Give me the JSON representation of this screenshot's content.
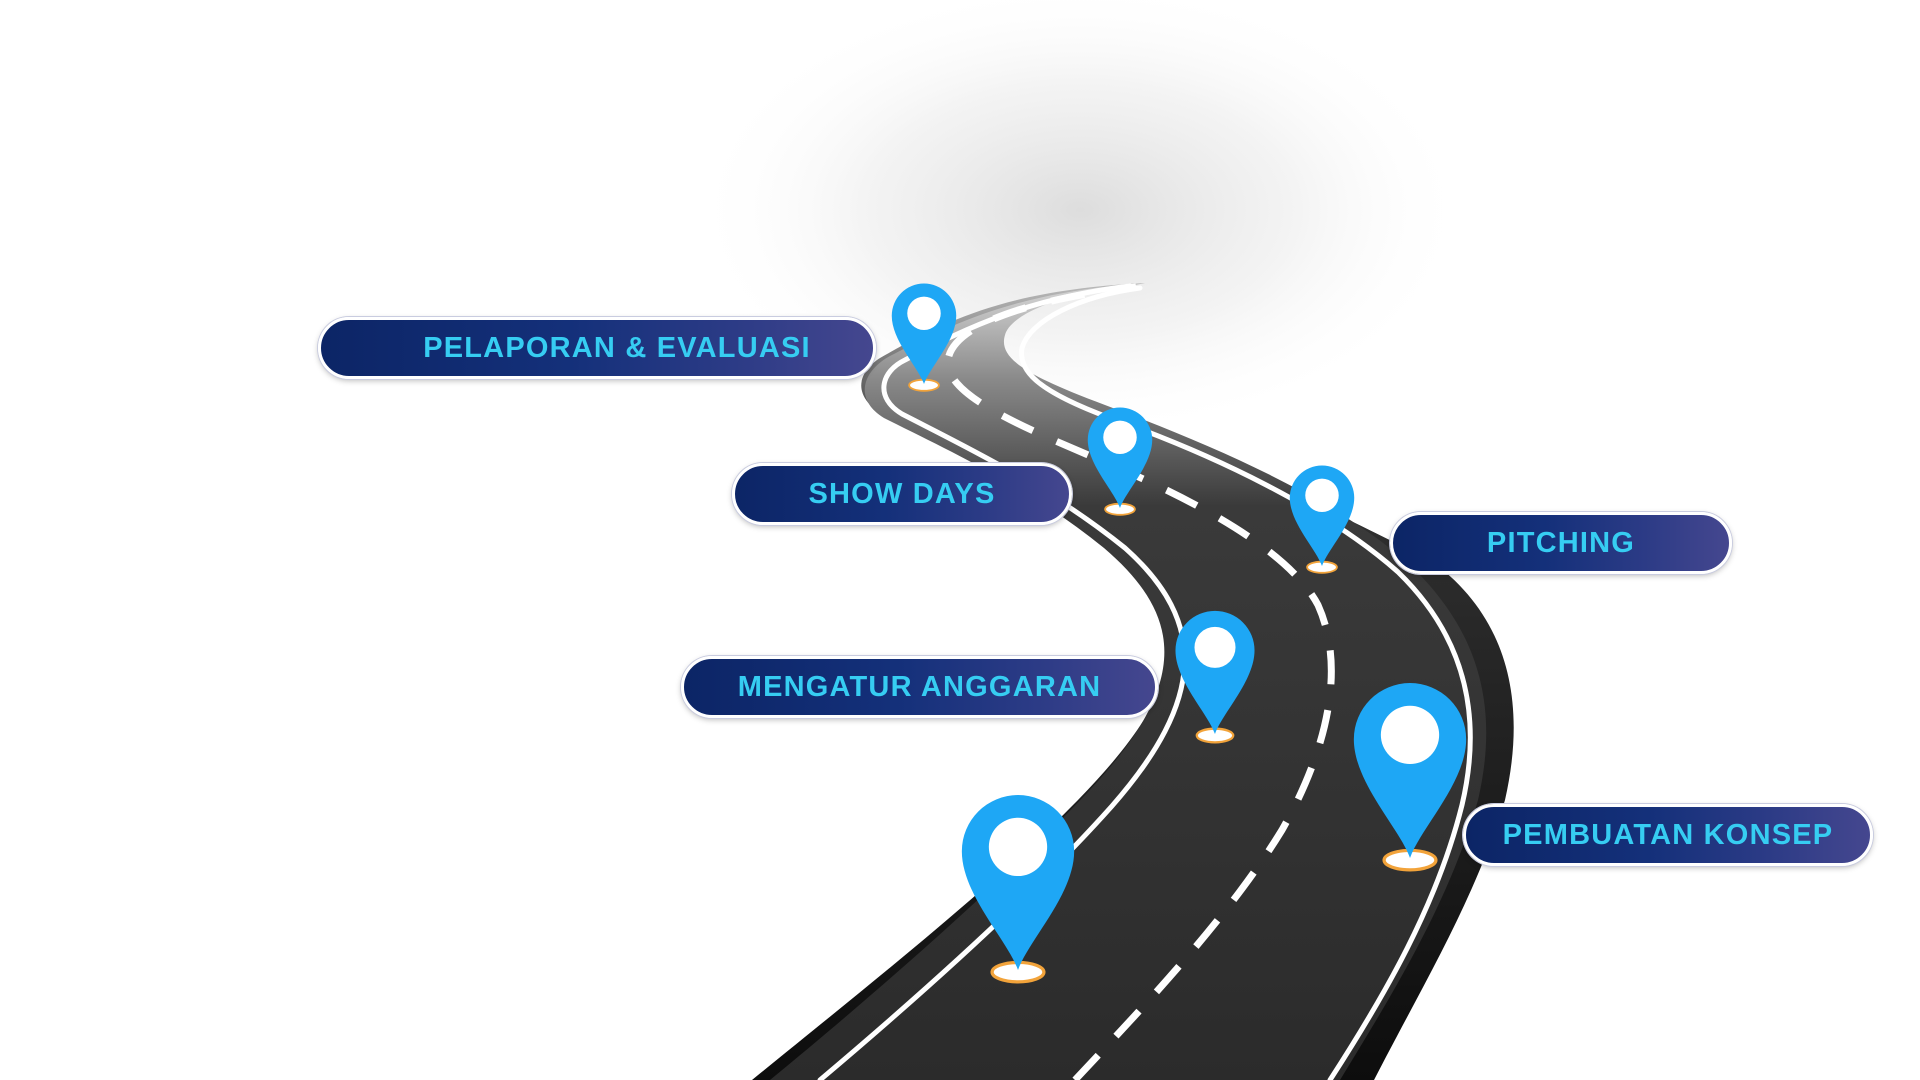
{
  "diagram": {
    "type": "roadmap",
    "milestones": [
      {
        "label": "PELAPORAN & EVALUASI",
        "pin_icon": "location-pin-icon"
      },
      {
        "label": "SHOW DAYS",
        "pin_icon": "location-pin-icon"
      },
      {
        "label": "PITCHING",
        "pin_icon": "location-pin-icon"
      },
      {
        "label": "MENGATUR ANGGARAN",
        "pin_icon": "location-pin-icon"
      },
      {
        "label": "PEMBUATAN KONSEP",
        "pin_icon": "location-pin-icon"
      }
    ]
  },
  "colors": {
    "pill_start": "#0c2566",
    "pill_end": "#45478f",
    "label_text": "#36cdf2",
    "pin": "#1ea7f5",
    "road": "#2f2f2f",
    "road_edge": "#111111",
    "lane_marking": "#ffffff",
    "pin_base": "#f2a33a"
  }
}
